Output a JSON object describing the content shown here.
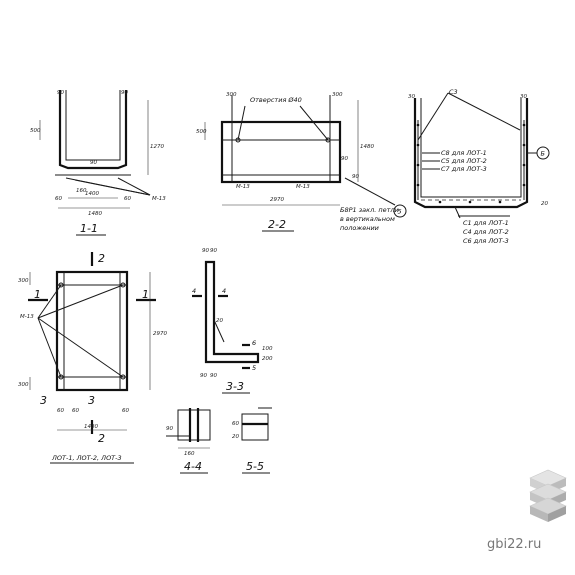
{
  "watermark": "gbi22.ru",
  "section_1_1": {
    "title": "1-1",
    "dims": [
      "90",
      "90",
      "500",
      "1400",
      "60",
      "160",
      "1480",
      "1270",
      "90",
      "М-13",
      "60"
    ]
  },
  "section_2_2": {
    "title": "2-2",
    "opening_label": "Отверстия Ø40",
    "dims": [
      "300",
      "300",
      "500",
      "2970",
      "М-13",
      "М-13",
      "1480",
      "90",
      "90"
    ],
    "note_line1": "Б8Р1 закл. петли",
    "note_line2": "в вертикальном",
    "note_line3": "положении",
    "callout_5": "5"
  },
  "reinforcement": {
    "c3_label": "С3",
    "callout_b": "Б",
    "upper_list": [
      "С8 для ЛОТ-1",
      "С5 для ЛОТ-2",
      "С7 для ЛОТ-3"
    ],
    "lower_list": [
      "С1 для ЛОТ-1",
      "С4 для ЛОТ-2",
      "С6 для ЛОТ-3"
    ],
    "dims": [
      "30",
      "30",
      "20"
    ]
  },
  "plan": {
    "title": "ЛОТ-1, ЛОТ-2, ЛОТ-3",
    "section_marks": [
      "1",
      "1",
      "2",
      "2",
      "3",
      "3"
    ],
    "dims": [
      "300",
      "300",
      "М-13",
      "2970",
      "1480",
      "60",
      "60",
      "60"
    ]
  },
  "section_3_3": {
    "title": "3-3",
    "marks": [
      "4",
      "4",
      "6",
      "5"
    ],
    "dims": [
      "90",
      "90",
      "20",
      "90",
      "90",
      "100",
      "200"
    ]
  },
  "section_4_4": {
    "title": "4-4",
    "dims": [
      "90",
      "160"
    ]
  },
  "section_5_5": {
    "title": "5-5",
    "dims": [
      "60",
      "20"
    ]
  }
}
